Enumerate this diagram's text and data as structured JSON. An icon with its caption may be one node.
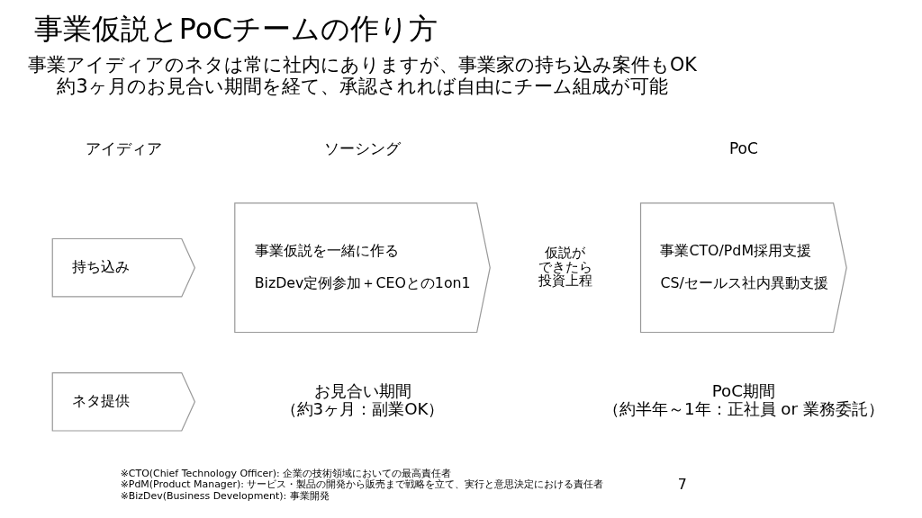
{
  "diagram": {
    "title": "事業仮説とPoCチームの作り方",
    "nodes": [
      {
        "text": [
          "持ち込み"
        ]
      },
      {
        "text": [
          "ネタ提供"
        ]
      },
      {
        "text": [
          "事業仮説を一緒に作る",
          "BizDev定例参加＋CEOとの1on1"
        ],
        "beside": [
          "お見合い期間",
          "（約3ヶ月：副業OK）"
        ]
      },
      {
        "text": [
          "事業CTO/PdM採用支援",
          "CS/セールス社内異動支援"
        ],
        "beside": [
          "PoC期間",
          "（約半年～1年：正社員 or 業務委託）"
        ]
      }
    ],
    "edges": [],
    "labels": [
      "事業アイディアのネタは常に社内にありますが、事業家の持ち込み案件もOK",
      "約3ヶ月のお見合い期間を経て、承認されれば自由にチーム組成が可能",
      "アイディア",
      "ソーシング",
      "PoC",
      "仮説ができたら投資上程",
      "※CTO(Chief Technology Officer): 企業の技術領域においての最高責任者",
      "※PdM(Product Manager): サービス・製品の開発から販売まで戦略を立て、実行と意思決定における責任者",
      "※BizDev(Business Development): 事業開発",
      "7"
    ]
  }
}
